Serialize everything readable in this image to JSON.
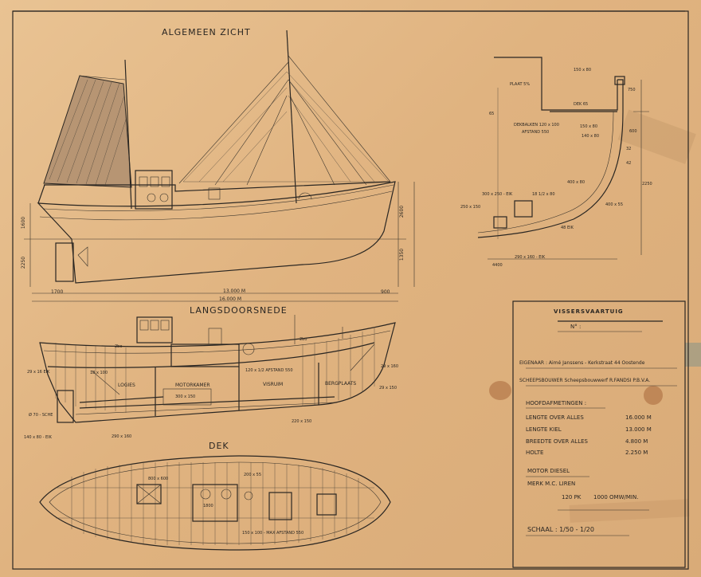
{
  "views": {
    "general": "ALGEMEEN ZICHT",
    "longitudinal": "LANGSDOORSNEDE",
    "deck": "DEK"
  },
  "rooms": [
    "LOGIES",
    "MOTORKAMER",
    "VISRUIM",
    "BERGPLAATS"
  ],
  "title_block": {
    "title": "VISSERSVAARTUIG",
    "number_label": "N° :",
    "owner": "EIGENAAR : Aimé Janssens - Kerkstraat 44 Oostende",
    "shipyard": "SCHEEPSBOUWER  Scheepsbouwwerf R.FANDSI P.B.V.A.",
    "dimensions_heading": "HOOFDAFMETINGEN :",
    "dimensions": [
      {
        "label": "LENGTE OVER ALLES",
        "value": "16.000 M"
      },
      {
        "label": "LENGTE KIEL",
        "value": "13.000 M"
      },
      {
        "label": "BREEDTE OVER ALLES",
        "value": "4.800 M"
      },
      {
        "label": "HOLTE",
        "value": "2.250 M"
      }
    ],
    "motor_heading": "MOTOR DIESEL",
    "motor_make": "MERK  M.C. LIREN",
    "motor_power": "120 PK",
    "motor_rpm": "1000 OMW/MIN.",
    "scale": "SCHAAL : 1/50 - 1/20"
  },
  "dims_side": {
    "total": "16.000 M",
    "keel": "13.000 M",
    "aft": "1700",
    "fwd": "900",
    "h1": "1600",
    "h2": "2250",
    "h3": "2600",
    "h4": "1350"
  },
  "section_labels": {
    "plaat": "PLAAT 5%",
    "dek": "DEK 65",
    "dekbalk": "DEKBALKEN 120 x 100",
    "afstand": "AFSTAND 550",
    "a1": "150 x 80",
    "a2": "150 x 80",
    "a3": "140 x 80",
    "a4": "400 x 80",
    "a5": "400 x 55",
    "kiel": "300 x 250 - EIK",
    "b1": "250 x 150",
    "b2": "18 1/2 x 80",
    "b3": "48 EIK",
    "bottom": "290 x 160 - EIK",
    "width": "4400",
    "d1": "2250",
    "d2": "750",
    "d3": "600",
    "d4": "65",
    "d5": "42",
    "d6": "32"
  },
  "long_labels": {
    "l1": "29 x 16 EIK",
    "l2": "18 x 100",
    "l3": "120 x 1/2 AFSTAND 550",
    "l4": "29 x 160",
    "l5": "29 x 150",
    "l6": "Ø 70 - SCHE",
    "l7": "140 x 80 - EIK",
    "l8": "290 x 160",
    "l9": "300 x 150",
    "l10": "220 x 150",
    "l11": "2bo",
    "l12": "2bo"
  },
  "deck_labels": {
    "hatch": "800 x 600",
    "e1": "200 x 55",
    "e2": "150 x 100 - MAX AFSTAND 550",
    "e3": "1800"
  }
}
